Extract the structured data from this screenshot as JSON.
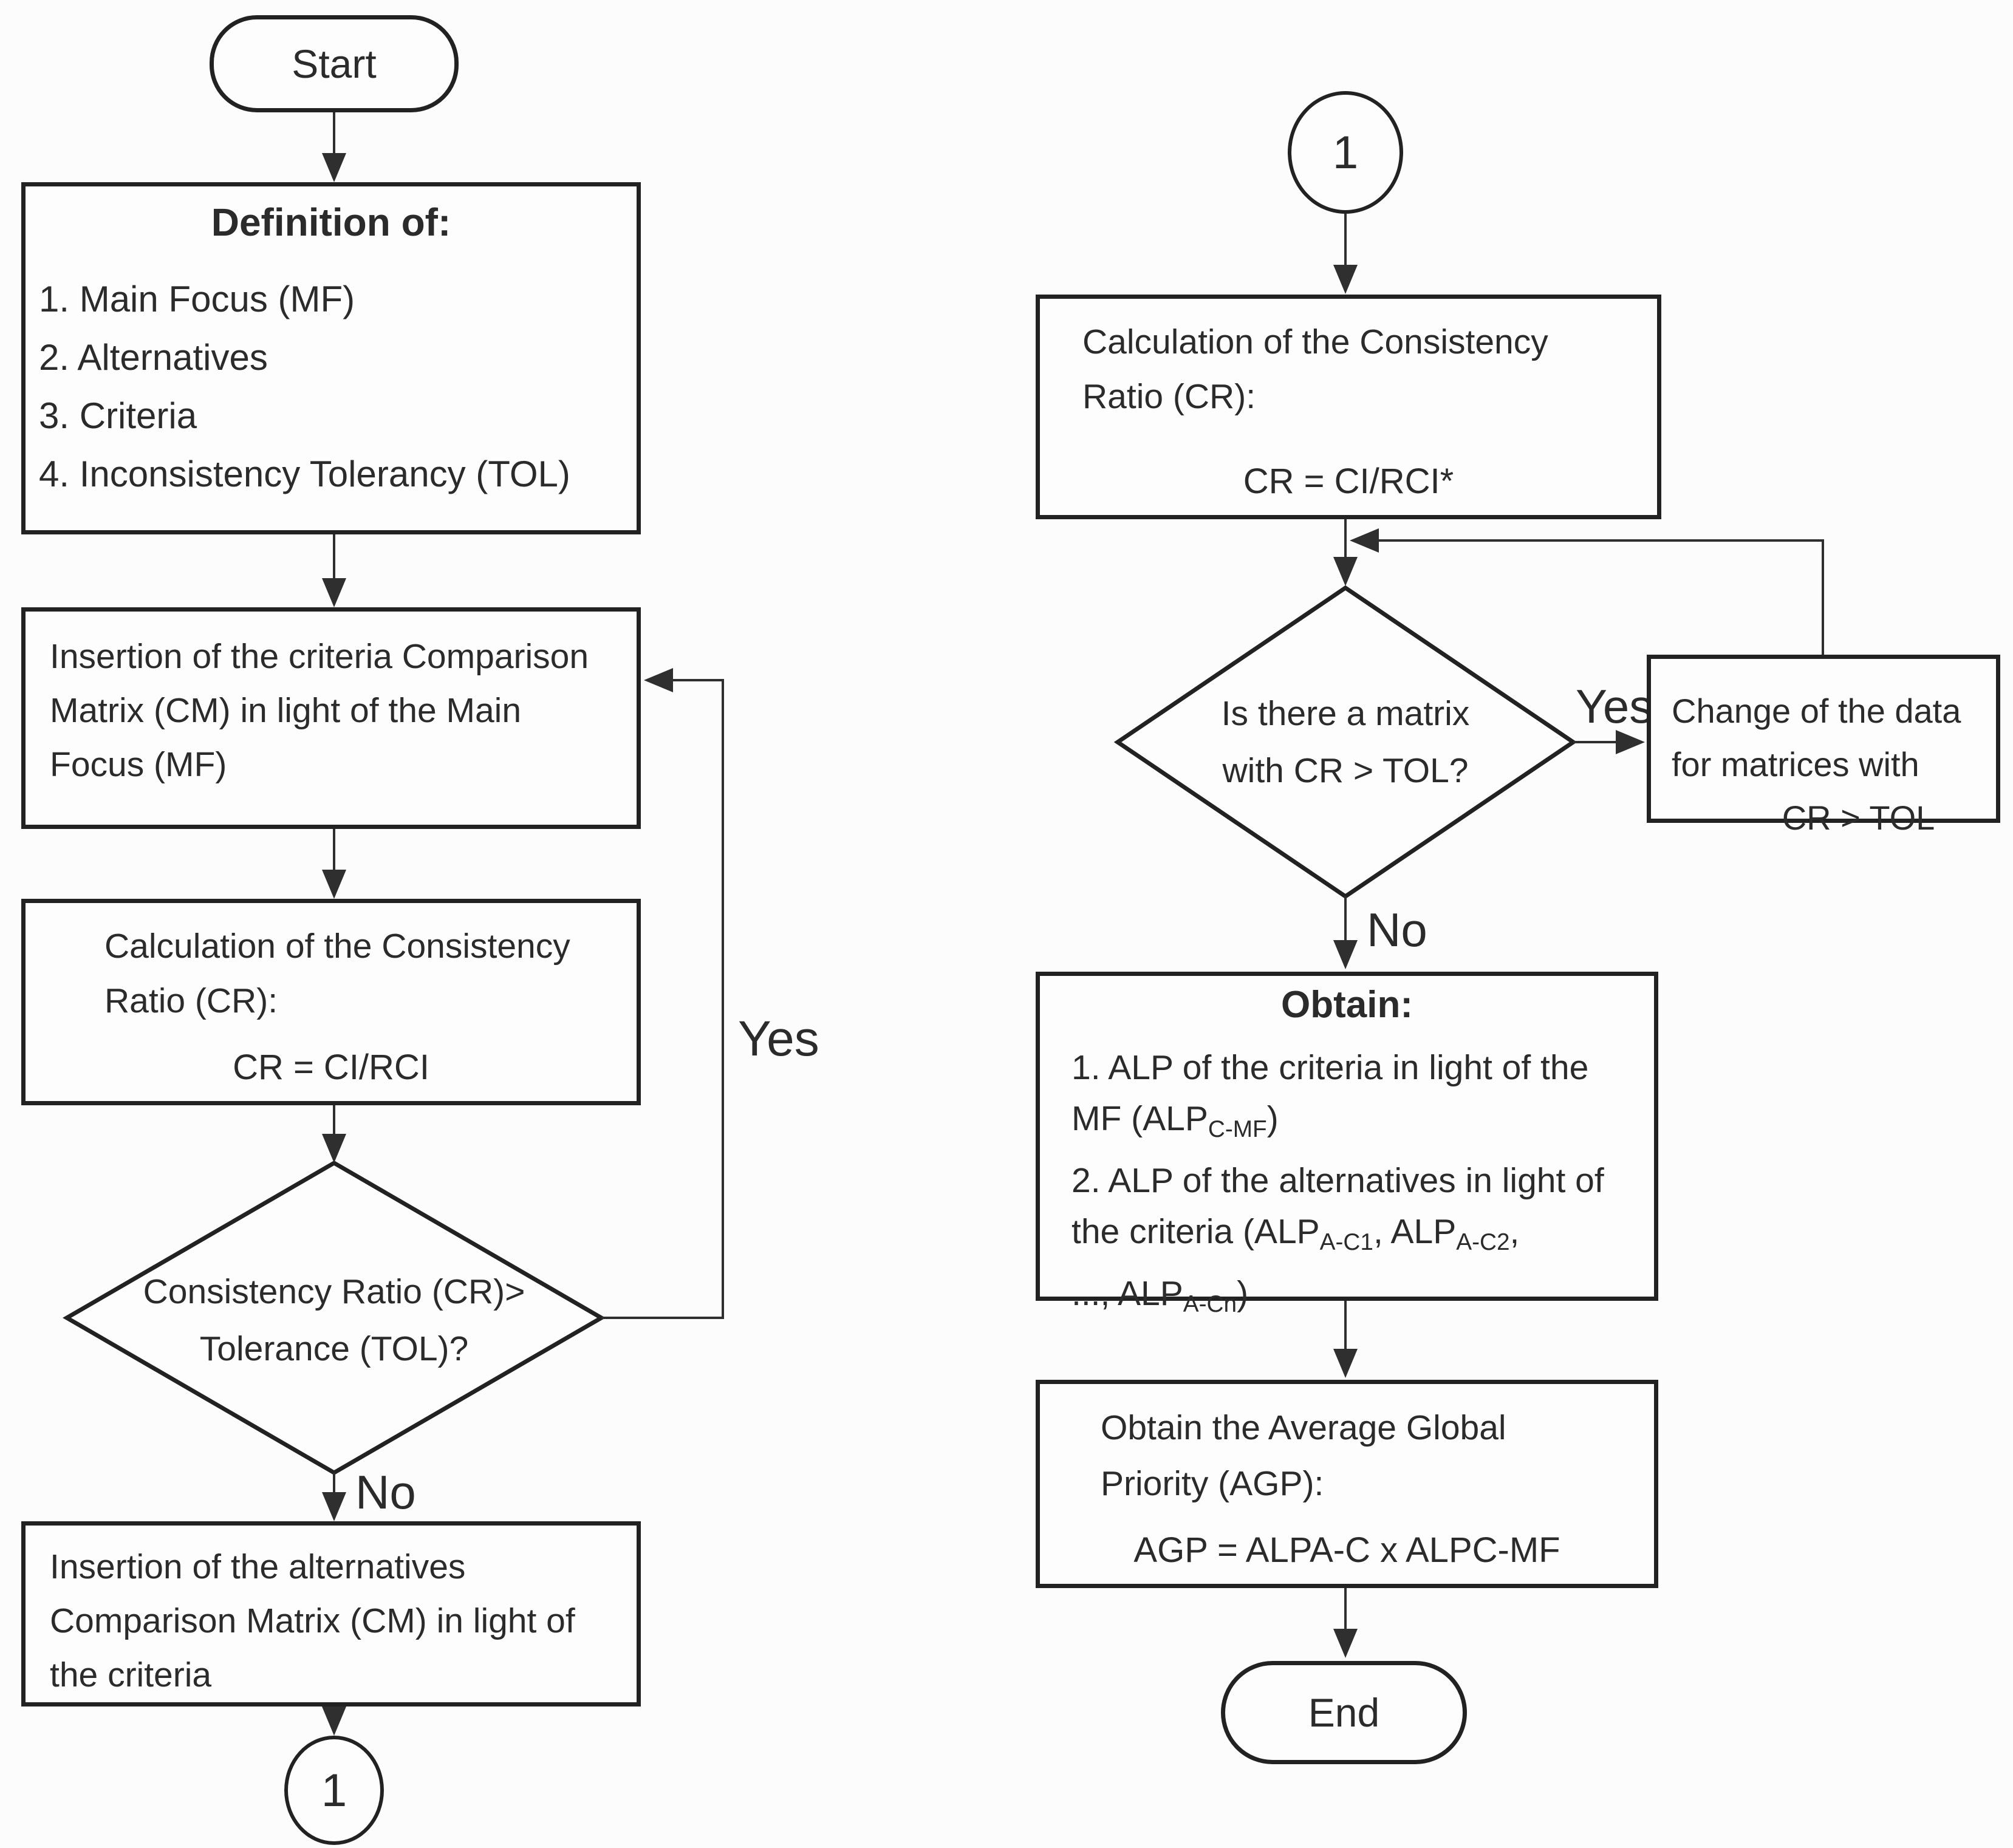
{
  "diagram": {
    "left": {
      "start_label": "Start",
      "definition": {
        "title": "Definition of:",
        "items": [
          "1. Main Focus (MF)",
          "2. Alternatives",
          "3. Criteria",
          "4. Inconsistency Tolerancy (TOL)"
        ]
      },
      "insertion_criteria": "Insertion of the criteria Comparison Matrix (CM) in light of the Main Focus (MF)",
      "calc": {
        "heading": "Calculation of the Consistency Ratio (CR):",
        "formula": "CR = CI/RCI"
      },
      "decision": {
        "line1": "Consistency Ratio (CR)>",
        "line2": "Tolerance (TOL)?"
      },
      "yes_label": "Yes",
      "no_label": "No",
      "insertion_alternatives": "Insertion of the alternatives Comparison Matrix (CM) in light of the criteria",
      "connector_label": "1"
    },
    "right": {
      "connector_label": "1",
      "calc": {
        "heading": "Calculation of the Consistency Ratio (CR):",
        "formula": "CR = CI/RCI*"
      },
      "decision": {
        "line1": "Is there a matrix",
        "line2": "with CR > TOL?"
      },
      "yes_label": "Yes",
      "no_label": "No",
      "change_data": {
        "line1": "Change of the data",
        "line2": "for matrices with",
        "line3": "CR > TOL"
      },
      "obtain": {
        "title": "Obtain:",
        "item1": {
          "a": "1. ALP of the criteria in light of the MF (ALP",
          "sub": "C-MF",
          "b": ")"
        },
        "item2": {
          "a": "2. ALP of the alternatives in light of the criteria (ALP",
          "sub1": "A-C1",
          "b": ", ALP",
          "sub2": "A-C2",
          "c": ",",
          "d": "..., ALP",
          "sub3": "A-Cn",
          "e": ")"
        }
      },
      "agp": {
        "heading_line1": "Obtain the Average Global",
        "heading_line2": "Priority (AGP):",
        "formula": "AGP = ALPA-C x ALPC-MF"
      },
      "end_label": "End"
    },
    "colors": {
      "ink": "#2b2b2b",
      "line": "#2f2f2f",
      "border": "#222222",
      "background": "#fcfcfc",
      "node_fill": "#fdfdfd"
    }
  }
}
